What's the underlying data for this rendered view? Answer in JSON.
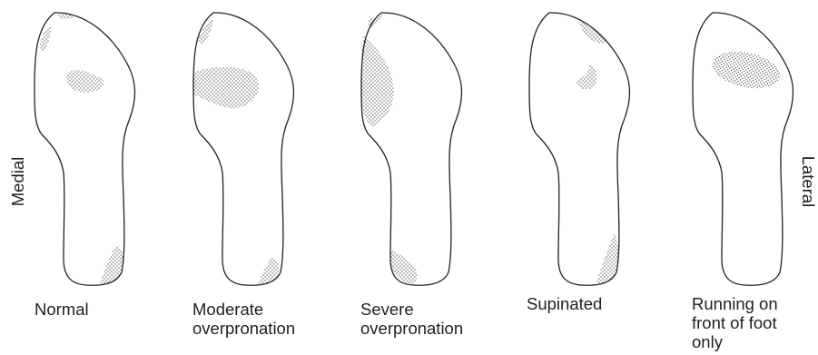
{
  "figure": {
    "side_labels": {
      "left": "Medial",
      "right": "Lateral"
    },
    "footprints": [
      {
        "label_lines": [
          "Normal"
        ]
      },
      {
        "label_lines": [
          "Moderate",
          "overpronation"
        ]
      },
      {
        "label_lines": [
          "Severe",
          "overpronation"
        ]
      },
      {
        "label_lines": [
          "Supinated"
        ]
      },
      {
        "label_lines": [
          "Running on",
          "front of foot",
          "only"
        ]
      }
    ]
  }
}
